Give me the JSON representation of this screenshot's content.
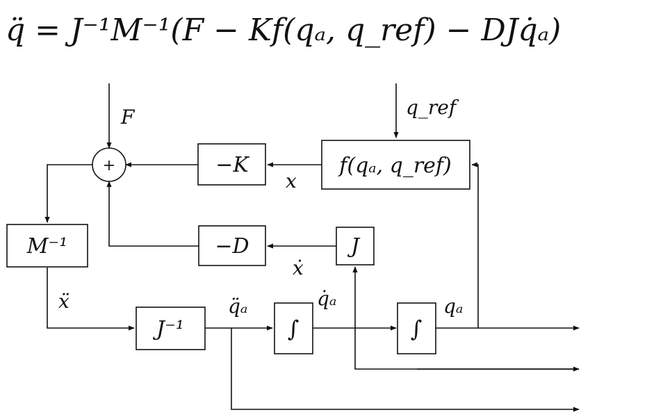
{
  "equation": "q̈ = J⁻¹M⁻¹(F − Kf(qₐ, q_ref) − DJq̇ₐ)",
  "inputs": {
    "force": "F",
    "reference": "q_ref"
  },
  "blocks": {
    "sum": "+",
    "neg_k": "−K",
    "f_block": "f(qₐ, q_ref)",
    "neg_d": "−D",
    "jacobian": "J",
    "m_inv": "M⁻¹",
    "j_inv": "J⁻¹",
    "integrator1": "∫",
    "integrator2": "∫"
  },
  "signals": {
    "x": "x",
    "x_dot": "ẋ",
    "x_ddot": "ẍ",
    "qa_ddot": "q̈ₐ",
    "qa_dot": "q̇ₐ",
    "qa": "qₐ"
  }
}
